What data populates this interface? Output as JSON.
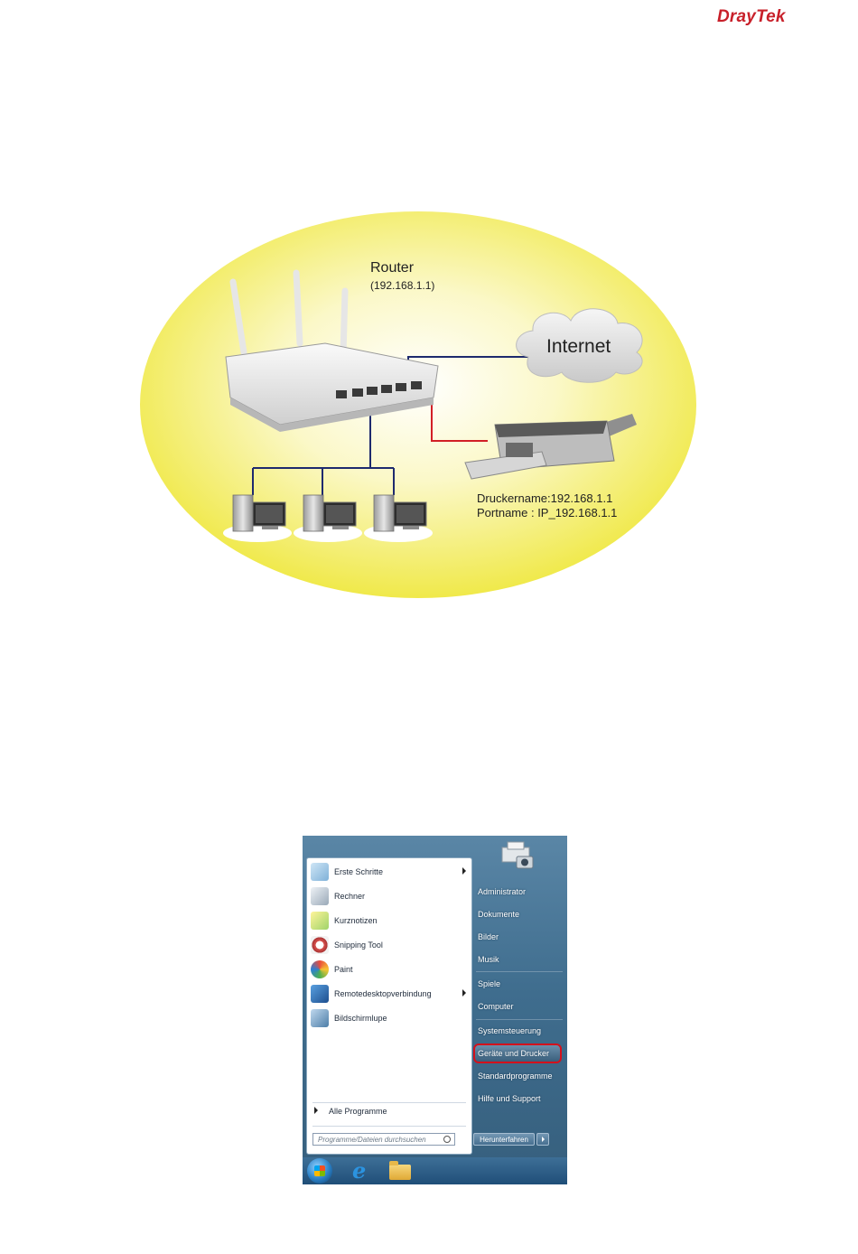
{
  "header": {
    "brand_dray": "Dray",
    "brand_tek": "Tek",
    "brand_color": "#c8202a"
  },
  "diagram": {
    "router_label": "Router",
    "router_ip": "(192.168.1.1)",
    "internet_label": "Internet",
    "printer_name_line": "Druckername:192.168.1.1",
    "port_name_line": "Portname  : IP_192.168.1.1",
    "ellipse_color": "#f4ee66",
    "lan_line_color": "#1e2a6e",
    "printer_line_color": "#d21f26"
  },
  "start_menu": {
    "left_items": [
      {
        "label": "Erste Schritte",
        "icon": "getting-started-icon",
        "submenu": true
      },
      {
        "label": "Rechner",
        "icon": "calculator-icon",
        "submenu": false
      },
      {
        "label": "Kurznotizen",
        "icon": "sticky-notes-icon",
        "submenu": false
      },
      {
        "label": "Snipping Tool",
        "icon": "scissors-icon",
        "submenu": false
      },
      {
        "label": "Paint",
        "icon": "paint-palette-icon",
        "submenu": false
      },
      {
        "label": "Remotedesktopverbindung",
        "icon": "remote-desktop-icon",
        "submenu": true
      },
      {
        "label": "Bildschirmlupe",
        "icon": "magnifier-icon",
        "submenu": false
      }
    ],
    "all_programs": "Alle Programme",
    "search_placeholder": "Programme/Dateien durchsuchen",
    "right_items": [
      "Administrator",
      "Dokumente",
      "Bilder",
      "Musik",
      "Spiele",
      "Computer",
      "Systemsteuerung",
      "Geräte und Drucker",
      "Standardprogramme",
      "Hilfe und Support"
    ],
    "highlighted_item": "Geräte und Drucker",
    "shutdown_label": "Herunterfahren"
  }
}
